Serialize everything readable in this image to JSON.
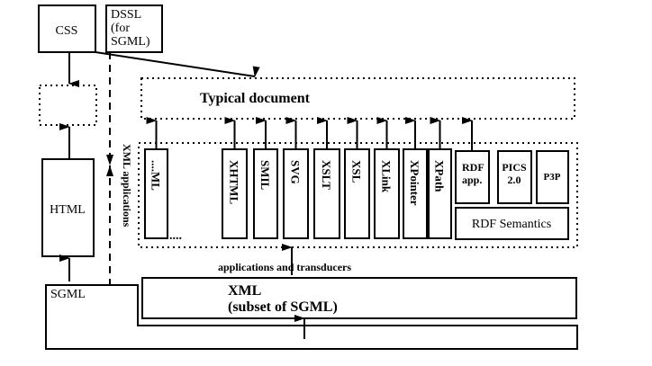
{
  "diagram": {
    "nodes": {
      "css": "CSS",
      "dssl": [
        "DSSL",
        "(for",
        "SGML)"
      ],
      "typical_document": "Typical document",
      "html": "HTML",
      "sgml": "SGML",
      "xml": [
        "XML",
        "(subset of SGML)"
      ],
      "xml_applications_label": "XML applications",
      "applications_and_transducers": "applications and transducers",
      "xml_apps": [
        "....ML",
        "XHTML",
        "SMIL",
        "SVG",
        "XSLT",
        "XSL",
        "XLink",
        "XPointer",
        "XPath"
      ],
      "rdf_app": [
        "RDF",
        "app."
      ],
      "pics": [
        "PICS",
        "2.0"
      ],
      "p3p": "P3P",
      "rdf_semantics": "RDF Semantics",
      "ellipsis": "...."
    }
  }
}
